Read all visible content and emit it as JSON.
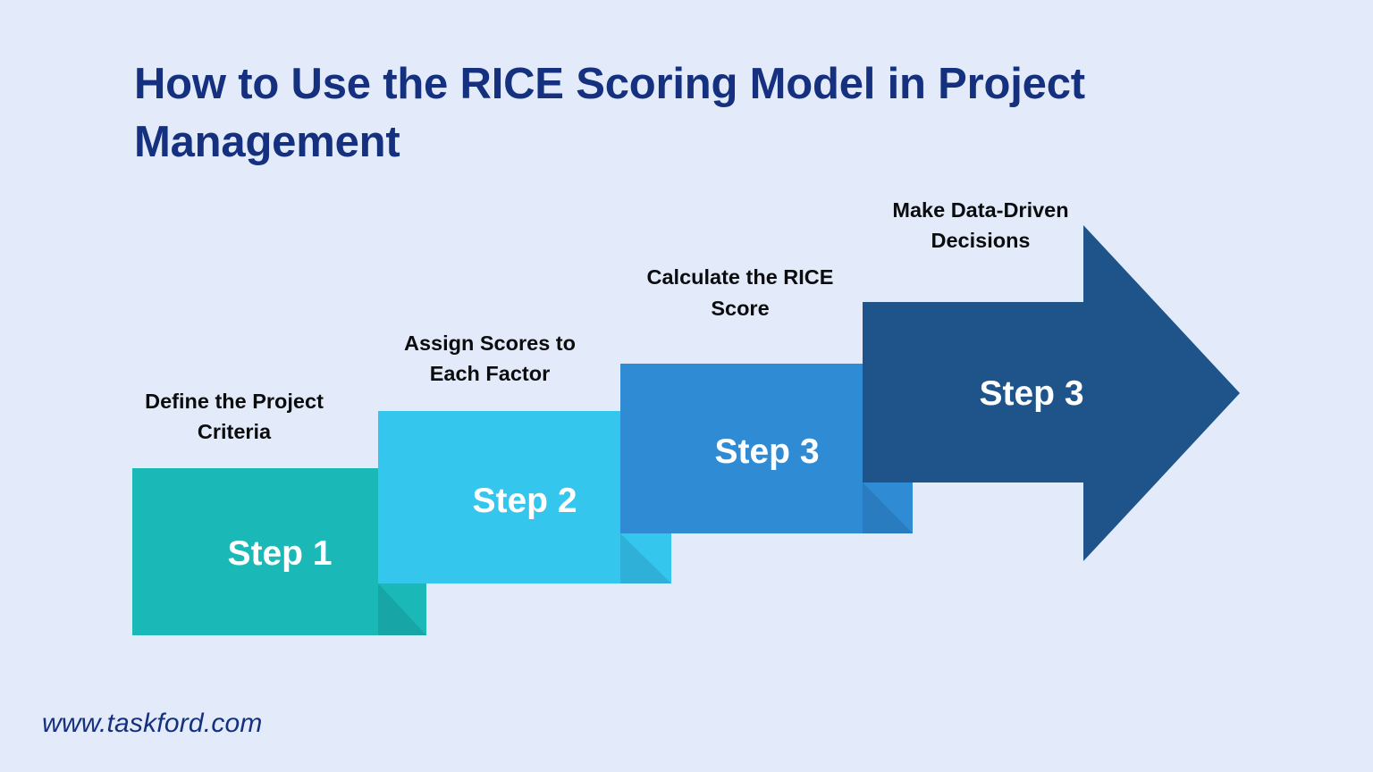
{
  "background_color": "#e3ebfa",
  "header": {
    "title": "How to Use the RICE Scoring Model in Project Management",
    "title_color": "#14307e"
  },
  "footer": {
    "url": "www.taskford.com",
    "url_color": "#14307e"
  },
  "diagram": {
    "type": "process-arrow-staircase",
    "direction": "left-to-right-ascending",
    "steps": [
      {
        "caption": "Define the Project Criteria",
        "caption_line1": "Define the Project",
        "caption_line2": "Criteria",
        "inner_label": "Step 1",
        "color": "#1ab8b6",
        "shadow_color": "#19aaaa",
        "shape": "rectangle"
      },
      {
        "caption": "Assign Scores to Each Factor",
        "caption_line1": "Assign Scores to",
        "caption_line2": "Each Factor",
        "inner_label": "Step 2",
        "color": "#35c6ee",
        "shadow_color": "#2fb3d9",
        "shape": "rectangle"
      },
      {
        "caption": "Calculate the RICE Score",
        "caption_line1": "Calculate the RICE",
        "caption_line2": "Score",
        "inner_label": "Step 3",
        "color": "#2e8bd4",
        "shadow_color": "#2a7dbe",
        "shape": "rectangle"
      },
      {
        "caption": "Make Data-Driven Decisions",
        "caption_line1": "Make Data-Driven",
        "caption_line2": "Decisions",
        "inner_label": "Step 3",
        "color": "#1e5489",
        "shadow_color": "#1e5489",
        "shape": "arrow"
      }
    ]
  }
}
